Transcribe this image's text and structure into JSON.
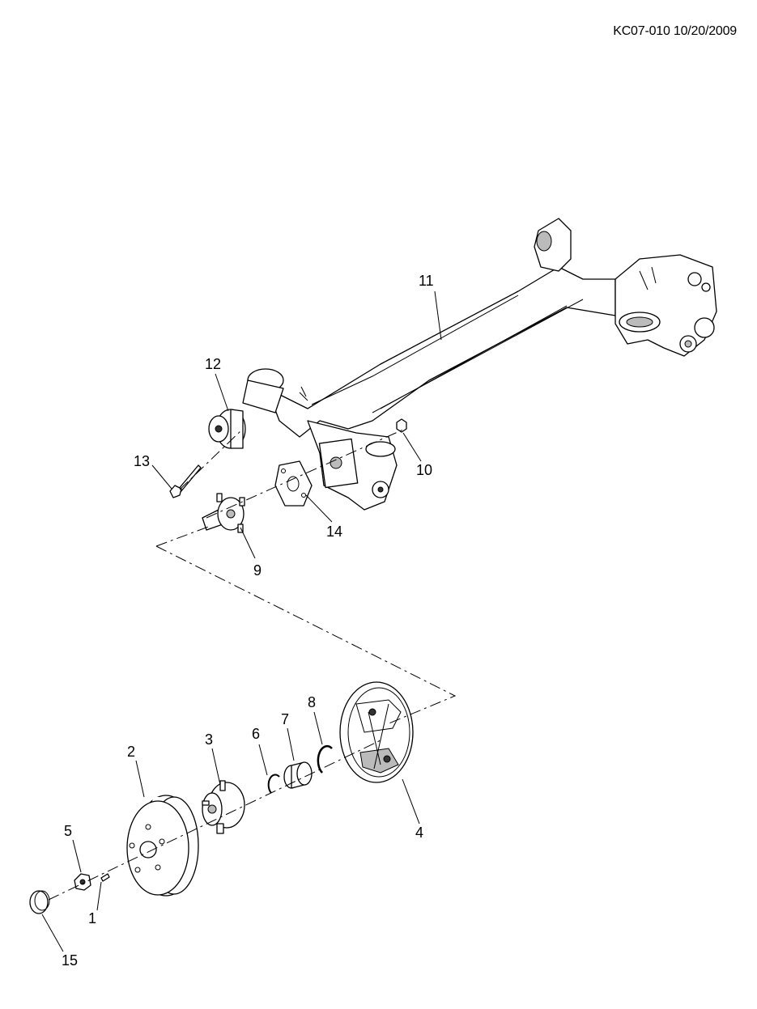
{
  "header": {
    "reference": "KC07-010 10/20/2009"
  },
  "callouts": {
    "c1": "1",
    "c2": "2",
    "c3": "3",
    "c4": "4",
    "c5": "5",
    "c6": "6",
    "c7": "7",
    "c8": "8",
    "c9": "9",
    "c10": "10",
    "c11": "11",
    "c12": "12",
    "c13": "13",
    "c14": "14",
    "c15": "15"
  }
}
